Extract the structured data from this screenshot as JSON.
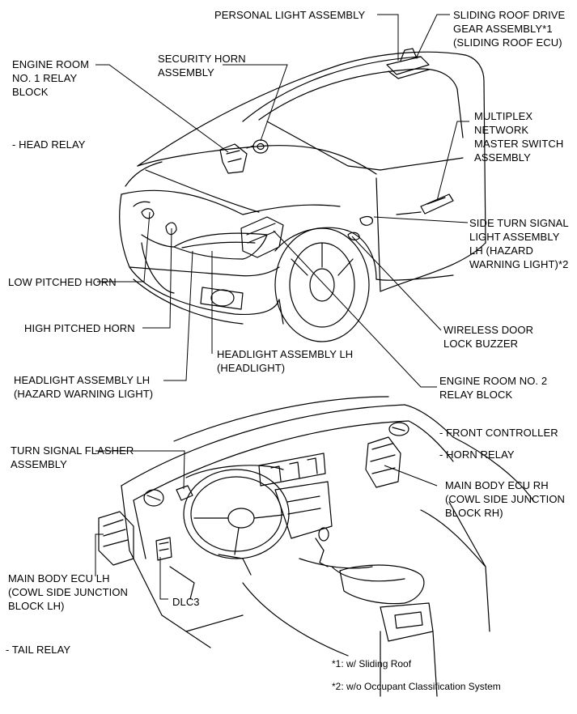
{
  "labels": {
    "personal_light": "PERSONAL LIGHT ASSEMBLY",
    "sliding_roof": "SLIDING ROOF DRIVE\nGEAR ASSEMBLY*1\n(SLIDING ROOF ECU)",
    "engine_room_1": "ENGINE ROOM\nNO. 1 RELAY\nBLOCK",
    "security_horn": "SECURITY HORN\nASSEMBLY",
    "head_relay": "- HEAD RELAY",
    "multiplex": "MULTIPLEX\nNETWORK\nMASTER SWITCH\nASSEMBLY",
    "side_turn": "SIDE TURN SIGNAL\nLIGHT ASSEMBLY\nLH (HAZARD\nWARNING LIGHT)*2",
    "low_horn": "LOW PITCHED HORN",
    "high_horn": "HIGH PITCHED HORN",
    "wireless_buzzer": "WIRELESS DOOR\nLOCK BUZZER",
    "headlight_lh": "HEADLIGHT ASSEMBLY LH\n(HEADLIGHT)",
    "headlight_hazard": "HEADLIGHT ASSEMBLY LH\n(HAZARD WARNING LIGHT)",
    "engine_room_2": "ENGINE ROOM NO. 2\nRELAY BLOCK",
    "front_controller": "- FRONT CONTROLLER",
    "horn_relay": "- HORN RELAY",
    "turn_flasher": "TURN SIGNAL FLASHER\nASSEMBLY",
    "main_ecu_rh": "MAIN BODY ECU RH\n(COWL SIDE JUNCTION\nBLOCK RH)",
    "main_ecu_lh": "MAIN BODY ECU LH\n(COWL SIDE JUNCTION\nBLOCK LH)",
    "dlc3": "DLC3",
    "tail_relay": "- TAIL RELAY"
  },
  "notes": {
    "note1": "*1: w/ Sliding Roof",
    "note2": "*2: w/o Occupant Classification System"
  }
}
